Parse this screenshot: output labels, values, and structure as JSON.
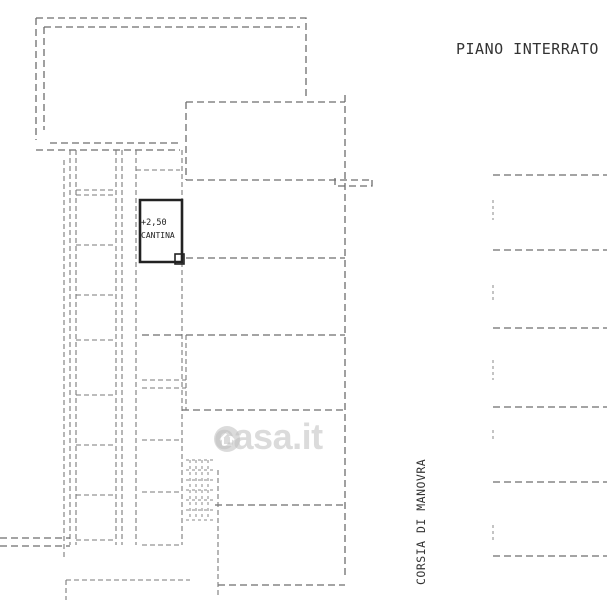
{
  "plan": {
    "title": "PIANO INTERRATO",
    "corridor_label": "CORSIA DI MANOVRA",
    "unit_level": "+2,50",
    "unit_label": "CANTINA"
  },
  "watermark": {
    "text": "casa.it",
    "icon": "house-icon"
  },
  "colors": {
    "line": "#6d6d6d",
    "wall": "#222222",
    "watermark": "#bebebe"
  }
}
